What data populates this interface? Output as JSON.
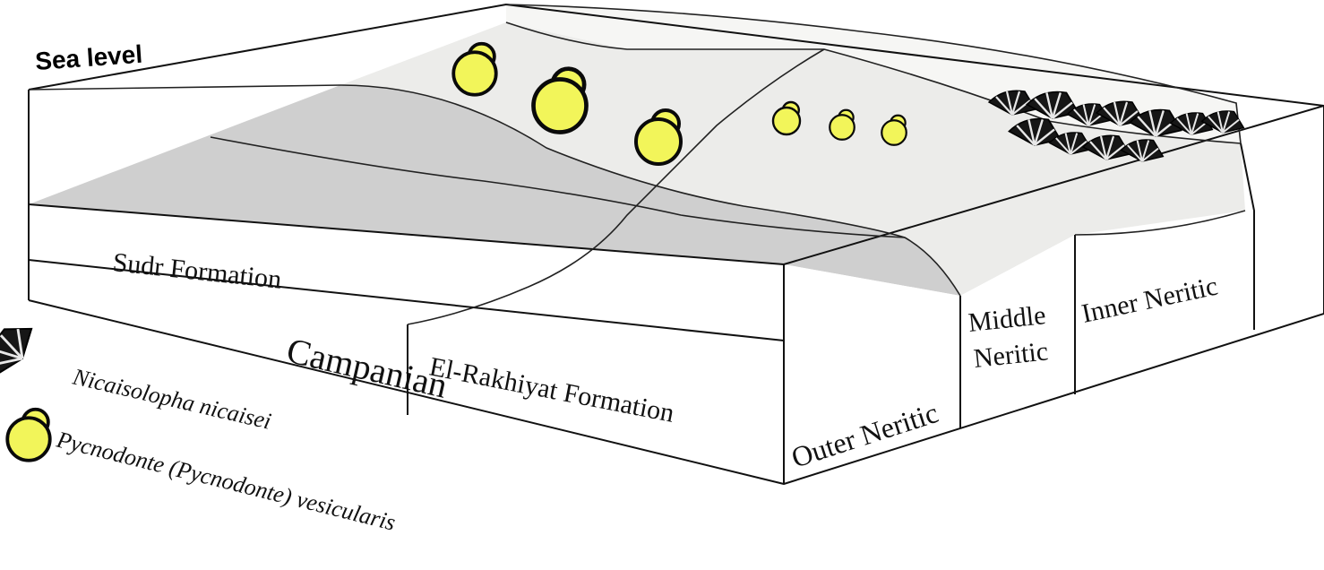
{
  "labels": {
    "sea_level": "Sea level",
    "sudr_formation": "Sudr Formation",
    "el_rakhiyat_formation": "El-Rakhiyat Formation",
    "campanian": "Campanian",
    "outer_neritic": "Outer Neritic",
    "middle_neritic_line1": "Middle",
    "middle_neritic_line2": "Neritic",
    "inner_neritic": "Inner Neritic"
  },
  "legend": {
    "nicaisolopha": "Nicaisolopha nicaisei",
    "pycnodonte": "Pycnodonte (Pycnodonte) vesicularis"
  },
  "colors": {
    "deep_basin": "#cfcfcf",
    "shelf": "#ececea",
    "shore": "#f6f6f4",
    "oyster_fill": "#f2f55a"
  }
}
